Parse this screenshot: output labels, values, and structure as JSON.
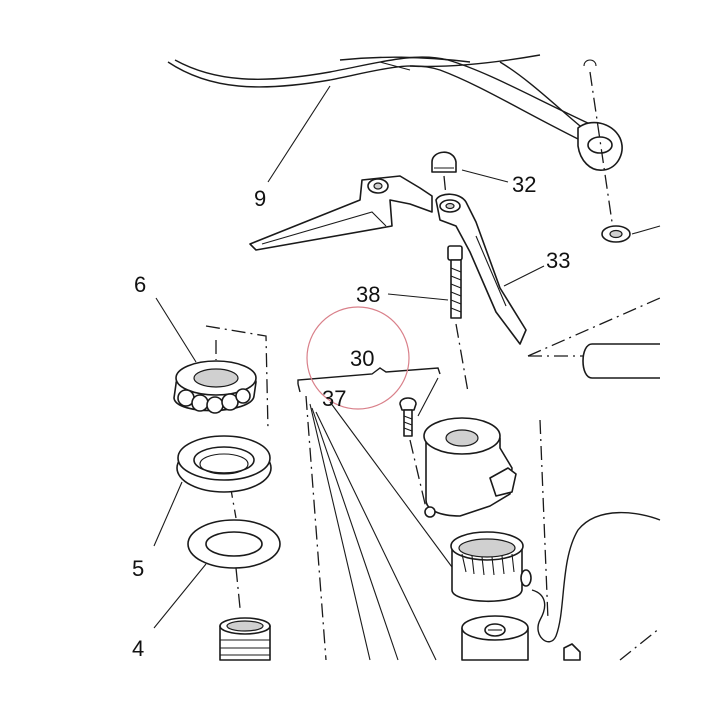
{
  "callouts": {
    "c9": "9",
    "c32": "32",
    "c33": "33",
    "c38": "38",
    "c6": "6",
    "c30": "30",
    "c37": "37",
    "c5": "5",
    "c4": "4"
  },
  "colors": {
    "line": "#1a1a1a",
    "highlight_ring": "#d9808a",
    "background": "#ffffff"
  }
}
